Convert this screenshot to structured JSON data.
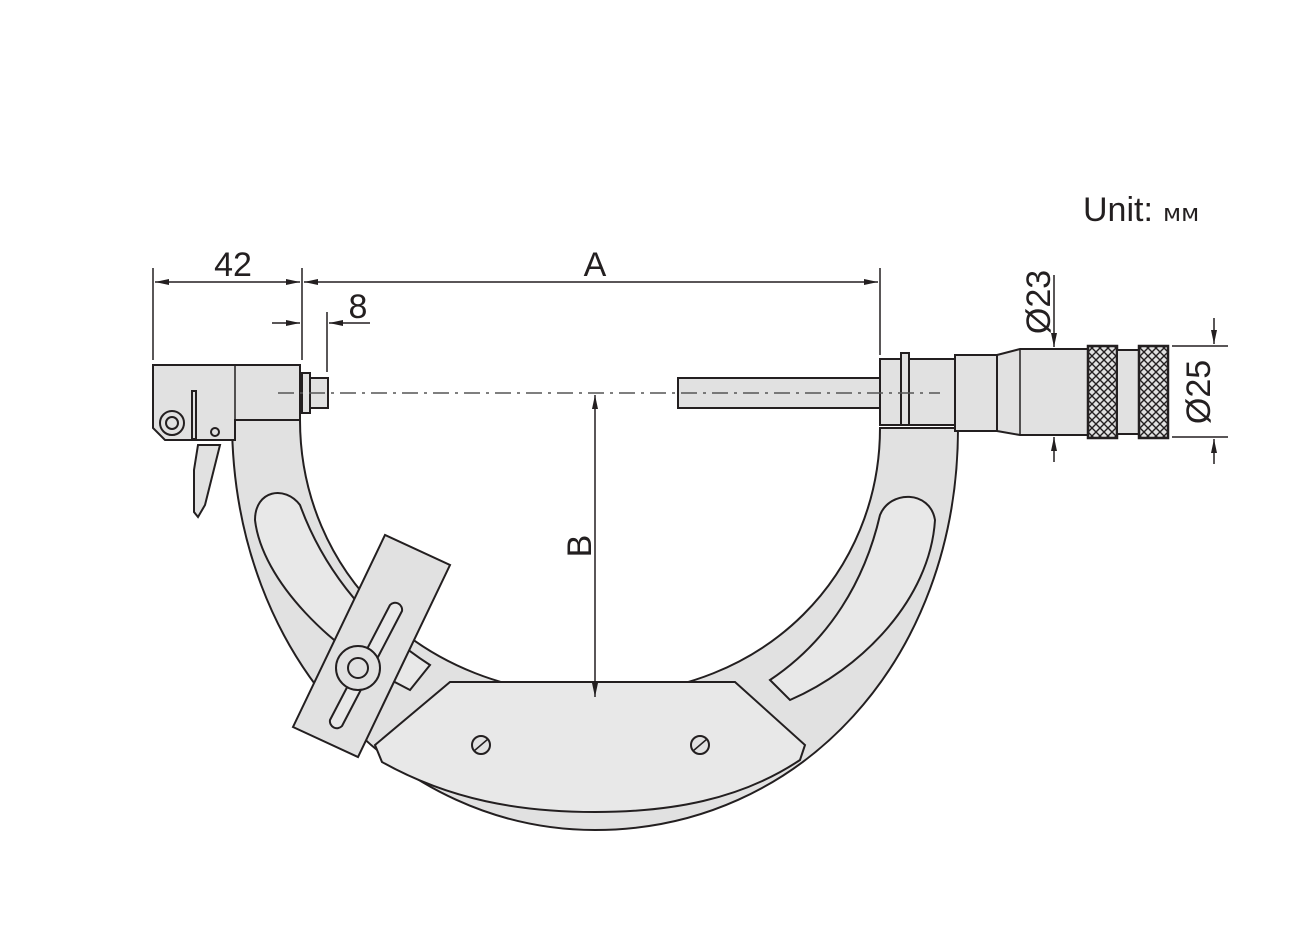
{
  "title": "Micrometer dimension drawing",
  "unit": {
    "label": "Unit:",
    "value": "мм"
  },
  "dimensions": {
    "head_length": "42",
    "anvil_offset": "8",
    "span": "A",
    "depth": "B",
    "sleeve_diameter": "Ø23",
    "thimble_diameter": "Ø25"
  },
  "colors": {
    "fill": "#e1e1e1",
    "line": "#231f20"
  }
}
